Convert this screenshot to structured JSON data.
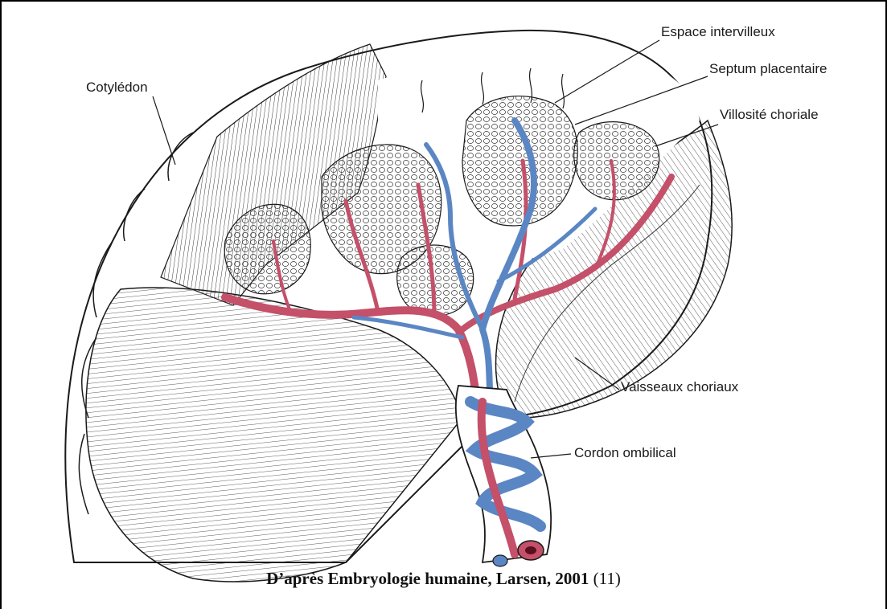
{
  "labels": {
    "cotyledon": "Cotylédon",
    "espace": "Espace intervilleux",
    "septum": "Septum placentaire",
    "villosite": "Villosité choriale",
    "vaisseaux": "Vaisseaux choriaux",
    "cordon": "Cordon ombilical"
  },
  "caption": {
    "bold": "D’après Embryologie humaine, Larsen, 2001",
    "ref": "(11)"
  },
  "colors": {
    "artery_red": "#c4506a",
    "vein_blue": "#5b86c4",
    "ink": "#1a1a1a"
  }
}
